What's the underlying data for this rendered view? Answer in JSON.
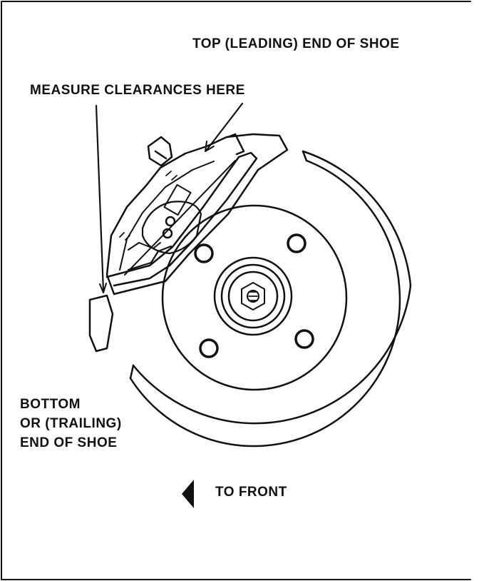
{
  "labels": {
    "top_end": "TOP (LEADING) END OF SHOE",
    "measure": "MEASURE CLEARANCES HERE",
    "bottom_line1": "BOTTOM",
    "bottom_line2": "OR (TRAILING)",
    "bottom_line3": "END OF SHOE",
    "to_front": "TO FRONT"
  },
  "colors": {
    "ink": "#111111",
    "paper": "#ffffff"
  },
  "icons": {
    "direction": "arrow-left-icon"
  }
}
